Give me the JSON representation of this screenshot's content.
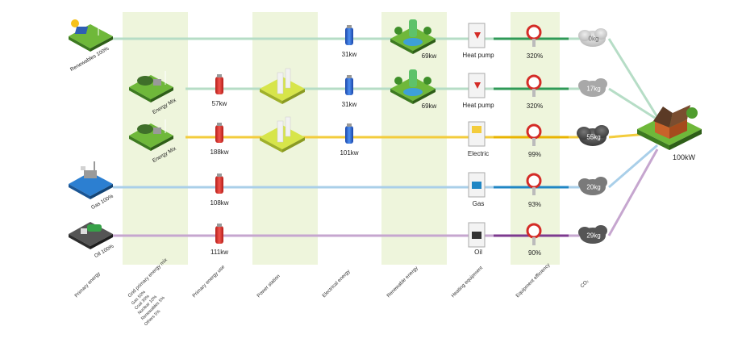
{
  "stages": [
    "Primary energy",
    "Grid primary energy mix",
    "Primary energy use",
    "Power station",
    "Electrical energy",
    "Renewable energy",
    "Heating equipment",
    "Equipment efficiency",
    "CO₂"
  ],
  "grid_mix": [
    "Gas 50%",
    "Coal 30%",
    "Nuclear 10%",
    "Renewables 5%",
    "Others 5%"
  ],
  "rows": [
    {
      "source": "Renewables 100%",
      "primary_use": "",
      "electrical": "31kw",
      "renewable": "69kw",
      "equipment": "Heat pump",
      "efficiency": "320%",
      "co2": "0kg",
      "color": "#b6ddc6"
    },
    {
      "source": "Energy Mix",
      "primary_use": "57kw",
      "electrical": "31kw",
      "renewable": "69kw",
      "equipment": "Heat pump",
      "efficiency": "320%",
      "co2": "17kg",
      "color": "#b6ddc6"
    },
    {
      "source": "Energy Mix",
      "primary_use": "188kw",
      "electrical": "101kw",
      "renewable": "",
      "equipment": "Electric",
      "efficiency": "99%",
      "co2": "55kg",
      "color": "#f3cc3c"
    },
    {
      "source": "Gas 100%",
      "primary_use": "108kw",
      "electrical": "",
      "renewable": "",
      "equipment": "Gas",
      "efficiency": "93%",
      "co2": "20kg",
      "color": "#a9cfe9"
    },
    {
      "source": "Oil 100%",
      "primary_use": "111kw",
      "electrical": "",
      "renewable": "",
      "equipment": "Oil",
      "efficiency": "90%",
      "co2": "29kg",
      "color": "#c6a6cf"
    }
  ],
  "output": "100kW",
  "colors": {
    "band": "#eef5dc",
    "green": "#b6ddc6",
    "yellow": "#f3cc3c",
    "blue": "#a9cfe9",
    "purple": "#c6a6cf",
    "dark_green": "#2f9a57",
    "dark_yellow": "#e9b400",
    "dark_blue": "#1f86c4",
    "dark_purple": "#7d3a8f",
    "battery_blue": "#2357c2",
    "battery_red": "#d42c27"
  }
}
